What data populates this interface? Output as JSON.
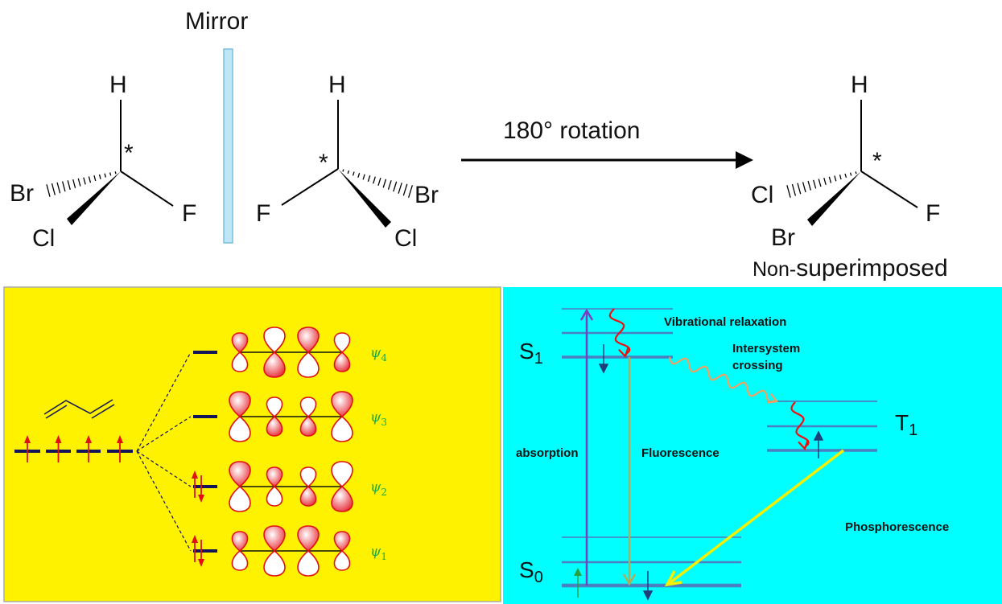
{
  "chirality": {
    "mirror_label": "Mirror",
    "molecule_left": {
      "top": "H",
      "hashed": "Br",
      "wedge": "Cl",
      "plain": "F",
      "stereocenter": "*"
    },
    "molecule_mirror": {
      "top": "H",
      "hashed": "Br",
      "wedge": "Cl",
      "plain": "F",
      "stereocenter": "*"
    },
    "rotation_label": "180° rotation",
    "molecule_rotated": {
      "top": "H",
      "hashed": "Cl",
      "wedge": "Br",
      "plain": "F",
      "stereocenter": "*"
    },
    "result_label_prefix": "Non-",
    "result_label": "superimposed"
  },
  "mo_diagram": {
    "background": "#fff200",
    "orbitals": [
      {
        "symbol": "ψ",
        "index": "4",
        "electrons": 0
      },
      {
        "symbol": "ψ",
        "index": "3",
        "electrons": 0
      },
      {
        "symbol": "ψ",
        "index": "2",
        "electrons": 2
      },
      {
        "symbol": "ψ",
        "index": "1",
        "electrons": 2
      }
    ],
    "p_orbitals": 4
  },
  "jablonski": {
    "background": "#00ffff",
    "s1_label": "S",
    "s1_sub": "1",
    "s0_label": "S",
    "s0_sub": "0",
    "t1_label": "T",
    "t1_sub": "1",
    "absorption": "absorption",
    "fluorescence": "Fluorescence",
    "vibrational": "Vibrational relaxation",
    "isc_line1": "Intersystem",
    "isc_line2": "crossing",
    "phosphorescence": "Phosphorescence"
  }
}
